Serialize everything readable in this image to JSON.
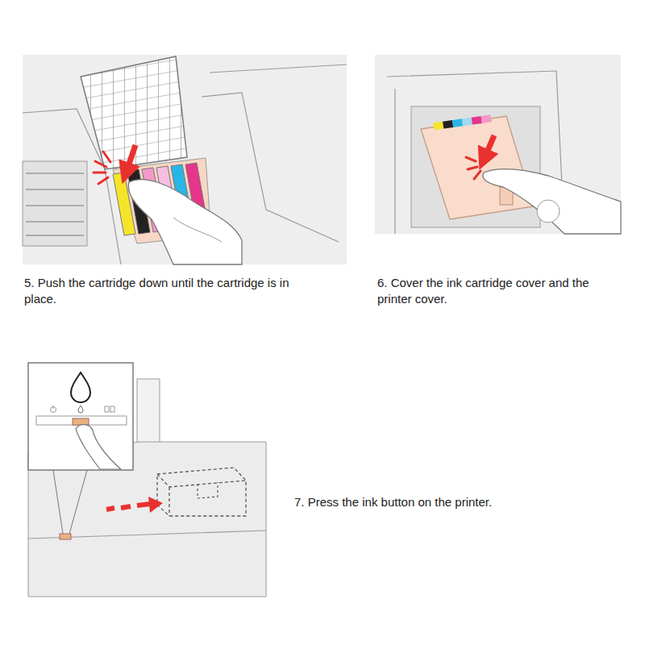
{
  "diagram": {
    "labels": [
      "5. Push the cartridge down until the cartridge is in place.",
      "6. Cover the ink cartridge cover and the printer cover.",
      "7. Press the ink button on the printer."
    ]
  }
}
